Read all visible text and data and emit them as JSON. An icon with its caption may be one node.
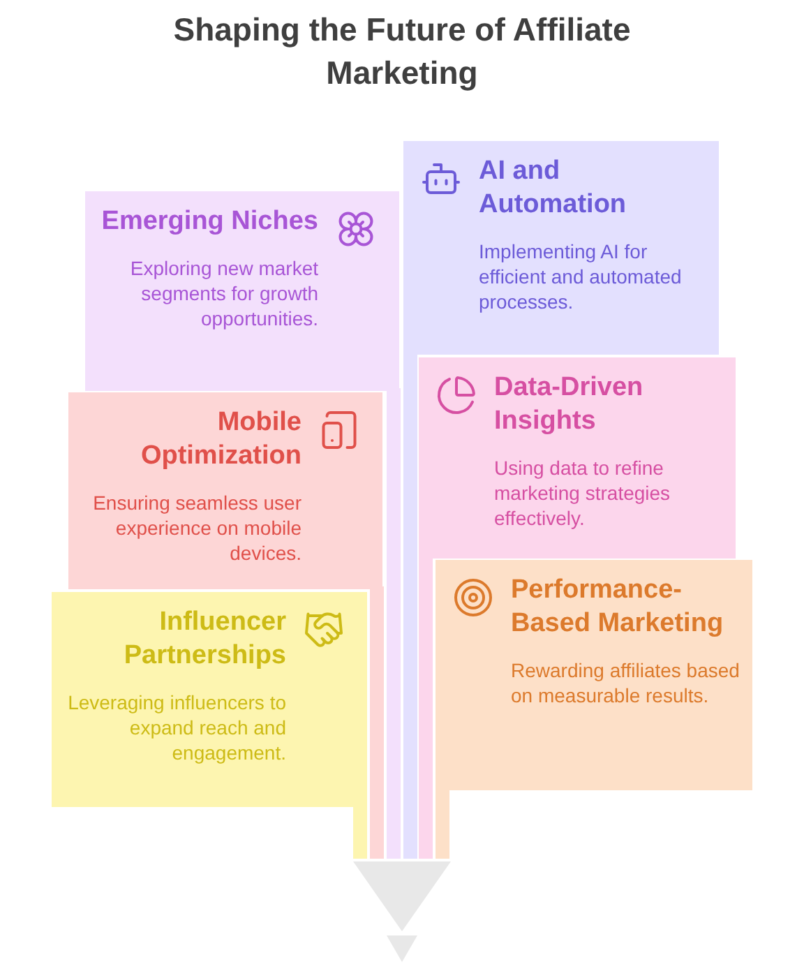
{
  "diagram": {
    "title": "Shaping the Future of Affiliate Marketing",
    "nodes": [
      {
        "text": [
          "Emerging Niches",
          "Exploring new market segments for growth opportunities."
        ]
      },
      {
        "text": [
          "AI and Automation",
          "Implementing AI for efficient and automated processes."
        ]
      },
      {
        "text": [
          "Mobile Optimization",
          "Ensuring seamless user experience on mobile devices."
        ]
      },
      {
        "text": [
          "Data-Driven Insights",
          "Using data to refine marketing strategies effectively."
        ]
      },
      {
        "text": [
          "Influencer Partnerships",
          "Leveraging influencers to expand reach and engagement."
        ]
      },
      {
        "text": [
          "Performance-Based Marketing",
          "Rewarding affiliates based on measurable results."
        ]
      }
    ]
  }
}
